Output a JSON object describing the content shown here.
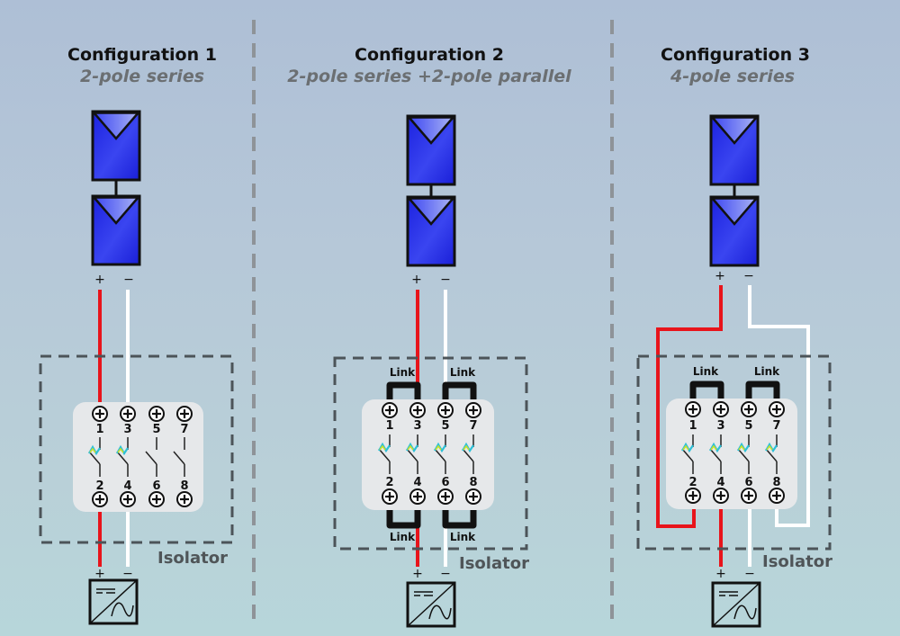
{
  "configs": [
    {
      "title": "Configuration 1",
      "subtitle": "2-pole series",
      "isolator_label": "Isolator",
      "terminals_top": [
        "1",
        "3",
        "5",
        "7"
      ],
      "terminals_bottom": [
        "2",
        "4",
        "6",
        "8"
      ],
      "panel_polarity": [
        "+",
        "−"
      ],
      "inverter_polarity": [
        "+",
        "−"
      ],
      "links_top": [],
      "links_bottom": [],
      "active_poles": [
        1,
        3
      ]
    },
    {
      "title": "Configuration 2",
      "subtitle": "2-pole series +2-pole parallel",
      "isolator_label": "Isolator",
      "terminals_top": [
        "1",
        "3",
        "5",
        "7"
      ],
      "terminals_bottom": [
        "2",
        "4",
        "6",
        "8"
      ],
      "panel_polarity": [
        "+",
        "−"
      ],
      "inverter_polarity": [
        "+",
        "−"
      ],
      "links_top": [
        "Link",
        "Link"
      ],
      "links_bottom": [
        "Link",
        "Link"
      ],
      "active_poles": [
        1,
        3,
        5,
        7
      ]
    },
    {
      "title": "Configuration 3",
      "subtitle": "4-pole series",
      "isolator_label": "Isolator",
      "terminals_top": [
        "1",
        "3",
        "5",
        "7"
      ],
      "terminals_bottom": [
        "2",
        "4",
        "6",
        "8"
      ],
      "panel_polarity": [
        "+",
        "−"
      ],
      "inverter_polarity": [
        "+",
        "−"
      ],
      "links_top": [
        "Link",
        "Link"
      ],
      "links_bottom": [],
      "active_poles": [
        1,
        3,
        5,
        7
      ]
    }
  ],
  "colors": {
    "positive_wire": "#e8141b",
    "negative_wire": "#ffffff",
    "panel_fill": "#2b2fe8",
    "divider": "#8e9398",
    "isolator_border": "#4c5459",
    "switch_body": "#e6e8ea"
  }
}
